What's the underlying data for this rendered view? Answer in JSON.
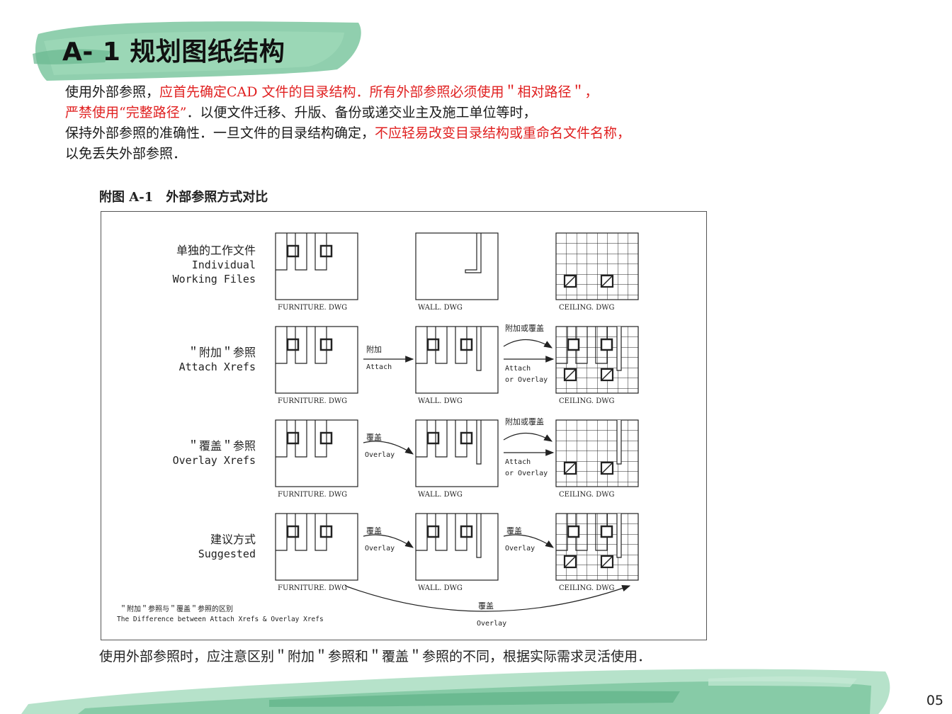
{
  "title": "A- 1 规划图纸结构",
  "intro": {
    "line1": {
      "a": "使用外部参照，",
      "b": "应首先确定CAD 文件的目录结构．所有外部参照必须使用＂相对路径＂，"
    },
    "line2": {
      "a": "严禁使用“完整路径”",
      "b": "．以便文件迁移、升版、备份或递交业主及施工单位等时，"
    },
    "line3": {
      "a": "保持外部参照的准确性．一旦文件的目录结构确定，",
      "b": "不应轻易改变目录结构或重命名文件名称，"
    },
    "line4": "以免丢失外部参照．"
  },
  "figure": {
    "caption": "附图 A-1　外部参照方式对比",
    "rows": [
      {
        "zh": "单独的工作文件",
        "en1": "Individual",
        "en2": "Working Files"
      },
      {
        "zh": "＂附加＂参照",
        "en1": "Attach Xrefs",
        "en2": ""
      },
      {
        "zh": "＂覆盖＂参照",
        "en1": "Overlay Xrefs",
        "en2": ""
      },
      {
        "zh": "建议方式",
        "en1": "Suggested",
        "en2": ""
      }
    ],
    "files": {
      "furniture": "FURNITURE. DWG",
      "wall": "WALL. DWG",
      "ceiling": "CEILING. DWG"
    },
    "arrows": {
      "attach_zh": "附加",
      "attach_en": "Attach",
      "overlay_zh": "覆盖",
      "overlay_en": "Overlay",
      "attach_or_overlay_zh": "附加或覆盖",
      "attach_or_overlay_en1": "Attach",
      "attach_or_overlay_en2": "or Overlay"
    },
    "footnote_zh": "＂附加＂参照与＂覆盖＂参照的区别",
    "footnote_en": "The Difference between Attach Xrefs & Overlay Xrefs"
  },
  "bottom_note": "使用外部参照时，应注意区别＂附加＂参照和＂覆盖＂参照的不同，根据实际需求灵活使用．",
  "page_number": "05",
  "colors": {
    "accent_red": "#e02020",
    "brush_green": "#5fb98a"
  }
}
